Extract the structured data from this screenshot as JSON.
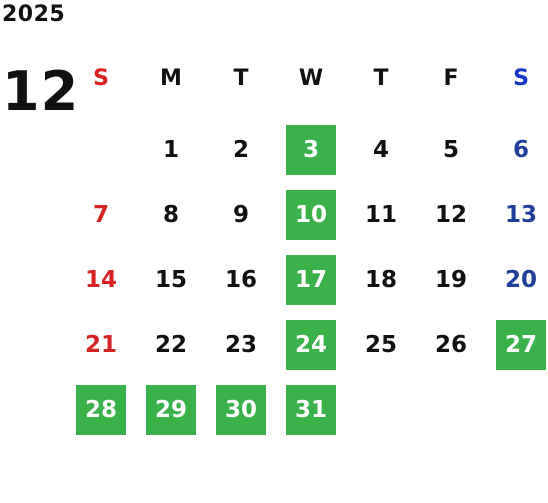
{
  "year": "2025",
  "month": "12",
  "weekdays": [
    "S",
    "M",
    "T",
    "W",
    "T",
    "F",
    "S"
  ],
  "colors": {
    "sunday": "#d42424",
    "saturday": "#1f3f9a",
    "highlight_bg": "#3bb14a",
    "highlight_text": "#ffffff",
    "default_text": "#111111"
  },
  "first_weekday_index": 1,
  "days_in_month": 31,
  "highlighted_days": [
    3,
    10,
    17,
    24,
    27,
    28,
    29,
    30,
    31
  ]
}
